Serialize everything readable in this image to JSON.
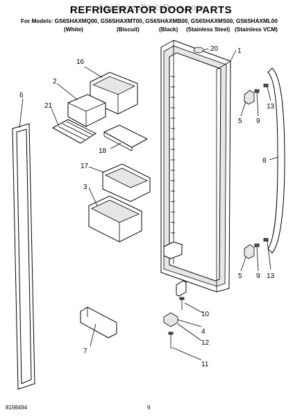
{
  "title": "REFRIGERATOR DOOR PARTS",
  "watermark": "AppliancePartsPros.com",
  "models": "For Models: GS6SHAXMQ00, GS6SHAXMT00, GS6SHAXMB00, GS6SHAXMS00, GS6SHAXML00",
  "colors": [
    "(White)",
    "(Biscuit)",
    "(Black)",
    "(Stainless Steel)",
    "(Stainless VCM)"
  ],
  "callouts": [
    "1",
    "2",
    "3",
    "4",
    "5",
    "5",
    "6",
    "7",
    "8",
    "9",
    "9",
    "10",
    "11",
    "12",
    "13",
    "13",
    "16",
    "17",
    "18",
    "20",
    "21"
  ],
  "footer": {
    "doc_number": "8198494",
    "page": "9"
  }
}
